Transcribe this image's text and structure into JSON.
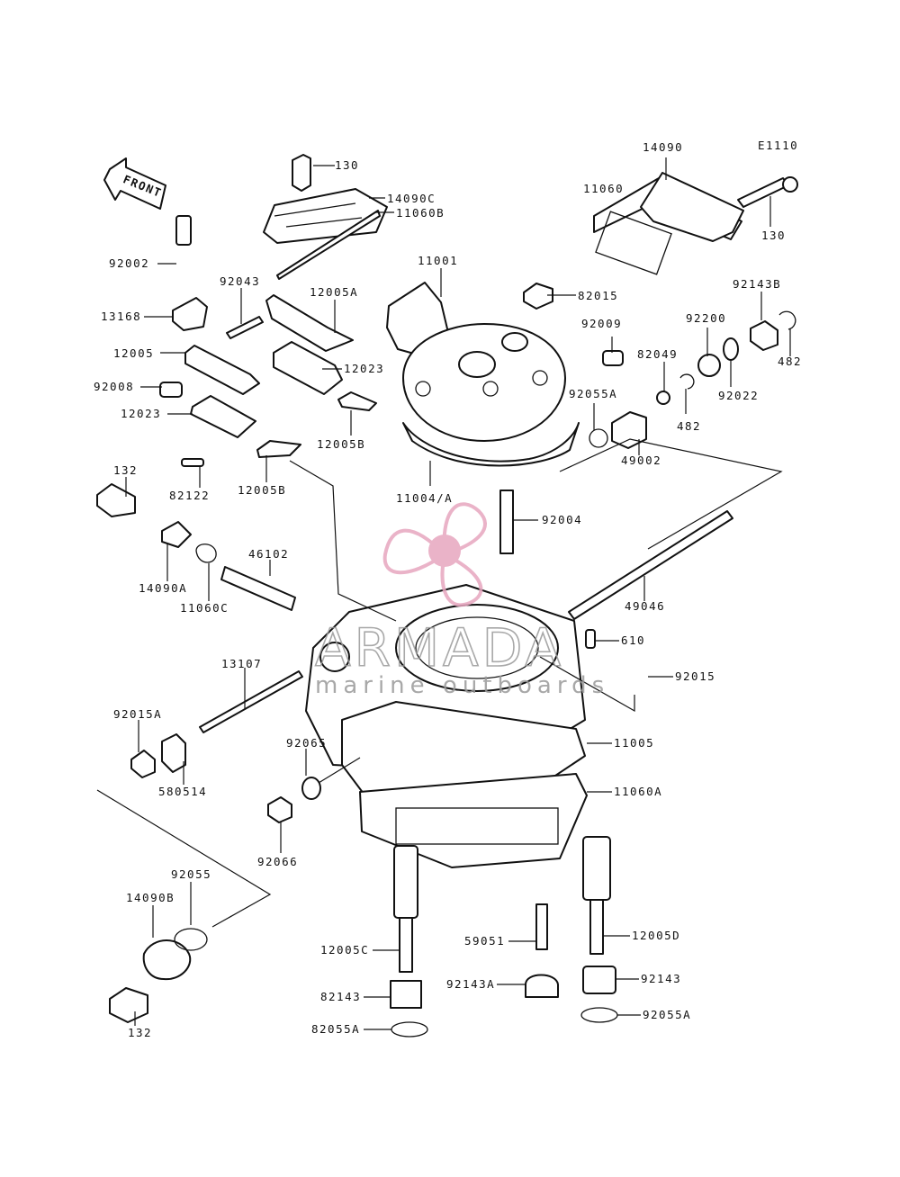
{
  "diagram": {
    "code": "E1110",
    "front_label": "FRONT",
    "labels": {
      "p130_top": "130",
      "p14090c": "14090C",
      "p11060b": "11060B",
      "p92002": "92002",
      "p13168": "13168",
      "p92043": "92043",
      "p12005a": "12005A",
      "p12005": "12005",
      "p12023_a": "12023",
      "p92008": "92008",
      "p12023_b": "12023",
      "p12005b_a": "12005B",
      "p12005b_b": "12005B",
      "p82122": "82122",
      "p11001": "11001",
      "p11004a": "11004/A",
      "p11060": "11060",
      "p14090": "14090",
      "p130_right": "130",
      "p82015": "82015",
      "p92009": "92009",
      "p92143b": "92143B",
      "p92200": "92200",
      "p82049": "82049",
      "p482_a": "482",
      "p482_b": "482",
      "p92022": "92022",
      "p92055a_top": "92055A",
      "p49002": "49002",
      "p92004": "92004",
      "p132_top": "132",
      "p14090a": "14090A",
      "p11060c": "11060C",
      "p46102": "46102",
      "p49046": "49046",
      "p610": "610",
      "p13107": "13107",
      "p92015_right": "92015",
      "p92015a": "92015A",
      "p580514": "580514",
      "p92065": "92065",
      "p11005": "11005",
      "p11060a": "11060A",
      "p92066": "92066",
      "p92055": "92055",
      "p14090b": "14090B",
      "p132_bottom": "132",
      "p12005c": "12005C",
      "p59051": "59051",
      "p12005d": "12005D",
      "p92143a": "92143A",
      "p82143": "82143",
      "p92143": "92143",
      "p82055a": "82055A",
      "p92055a_bottom": "92055A"
    }
  },
  "watermark": {
    "brand": "ARMADA",
    "tagline": "marine outboards",
    "colors": {
      "pink": "#e7a6bf",
      "gray": "#9a9a9a"
    }
  }
}
